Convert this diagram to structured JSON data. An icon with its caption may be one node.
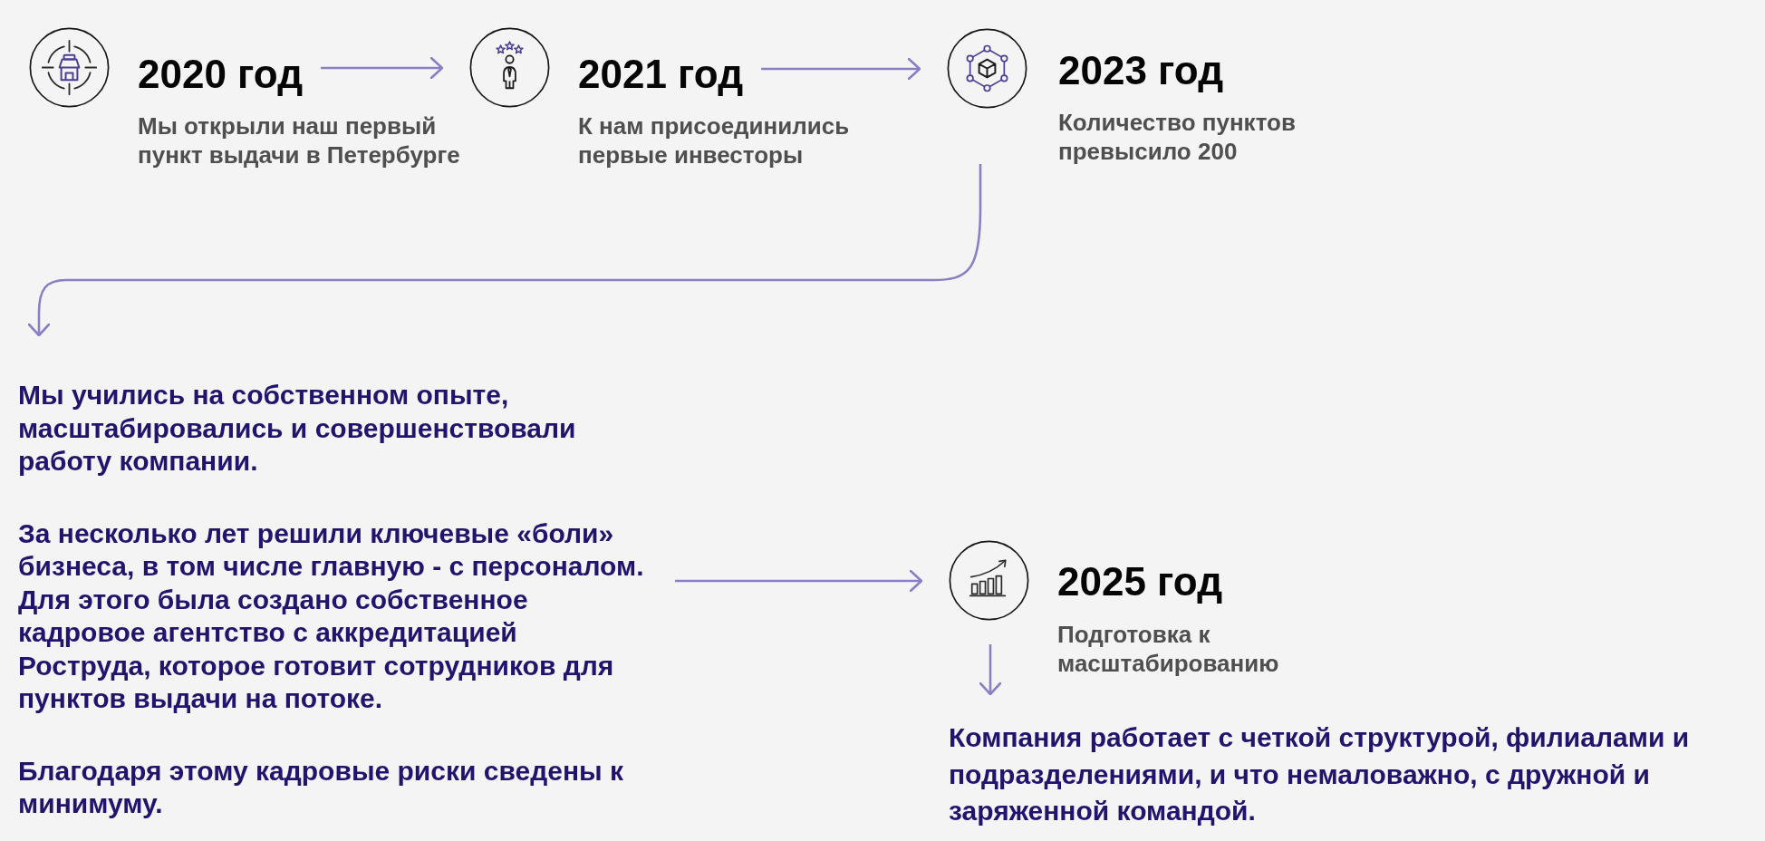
{
  "diagram": {
    "nodes": [
      {
        "text": [
          "2020 год",
          "Мы открыли наш первый пункт выдачи в Петербурге"
        ]
      },
      {
        "text": [
          "2021 год",
          "К нам присоединились первые инвесторы"
        ]
      },
      {
        "text": [
          "2023 год",
          "Количество пунктов превысило 200"
        ]
      },
      {
        "text": [
          "Мы учились на собственном опыте, масштабировались и совершенствовали работу компании.",
          "За несколько лет решили ключевые «боли» бизнеса, в том числе главную - с персоналом. Для этого была создано собственное кадровое агентство с аккредитацией Роструда, которое готовит сотрудников для пунктов выдачи на потоке.",
          "Благодаря этому кадровые риски сведены к минимуму."
        ]
      },
      {
        "text": [
          "2025 год",
          "Подготовка к масштабированию"
        ]
      },
      {
        "text": [
          "Компания работает с четкой структурой, филиалами и подразделениями, и что немаловажно, с дружной и заряженной командой."
        ]
      }
    ],
    "edges": [
      {
        "from": 0,
        "to": 1,
        "arrow": "to"
      },
      {
        "from": 1,
        "to": 2,
        "arrow": "to"
      },
      {
        "from": 2,
        "to": 3,
        "arrow": "to"
      },
      {
        "from": 3,
        "to": 4,
        "arrow": "to"
      },
      {
        "from": 4,
        "to": 5,
        "arrow": "to"
      }
    ]
  }
}
